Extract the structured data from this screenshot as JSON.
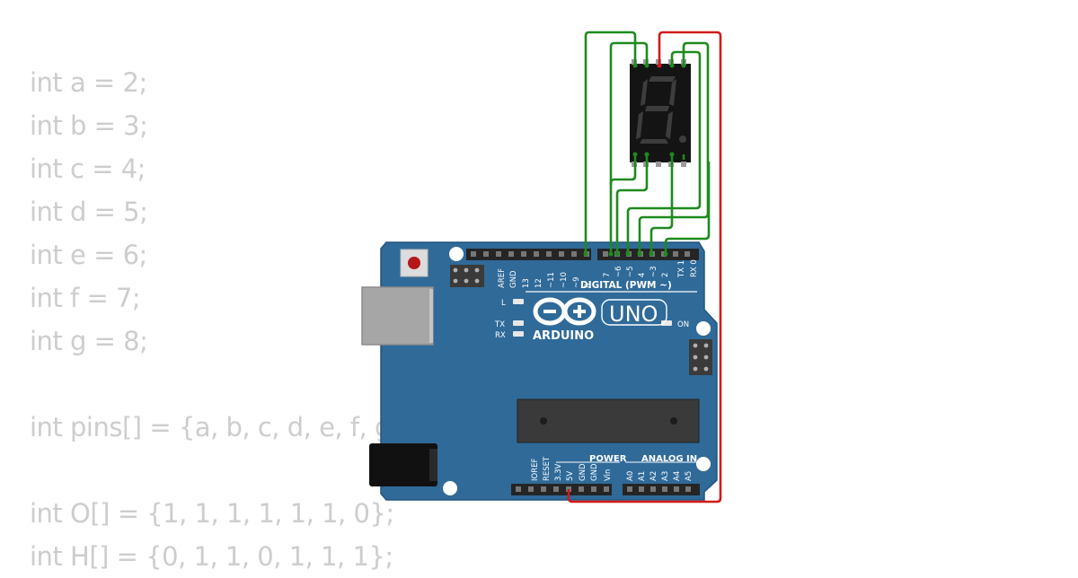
{
  "code": {
    "lines": [
      "int a = 2;",
      "int b = 3;",
      "int c = 4;",
      "int d = 5;",
      "int e = 6;",
      "int f = 7;",
      "int g = 8;",
      "",
      "int pins[] = {a, b, c, d, e, f, g",
      "",
      "int O[] = {1, 1, 1, 1, 1, 1, 0};",
      "int H[] = {0, 1, 1, 0, 1, 1, 1};"
    ]
  },
  "board": {
    "digital_header_label": "DIGITAL (PWM ~)",
    "brand": "ARDUINO",
    "model": "UNO",
    "on_led_label": "ON",
    "l_led_label": "L",
    "tx_led_label": "TX",
    "rx_led_label": "RX",
    "power_label": "POWER",
    "analog_label": "ANALOG IN",
    "digital_pins_left": [
      "AREF",
      "GND",
      "13",
      "12",
      "~11",
      "~10",
      "~9",
      "8"
    ],
    "digital_pins_right": [
      "7",
      "~6",
      "~5",
      "4",
      "~3",
      "2",
      "TX 1",
      "RX 0"
    ],
    "power_pins": [
      "IOREF",
      "RESET",
      "3.3V",
      "5V",
      "GND",
      "GND",
      "Vin"
    ],
    "analog_pins": [
      "A0",
      "A1",
      "A2",
      "A3",
      "A4",
      "A5"
    ]
  },
  "colors": {
    "board": "#2f6a99",
    "code_text": "#cdcdcd",
    "wire_signal": "#1e8a1e",
    "wire_power": "#d11a1a",
    "display_body": "#141414",
    "display_segment": "#3d3d3d"
  }
}
